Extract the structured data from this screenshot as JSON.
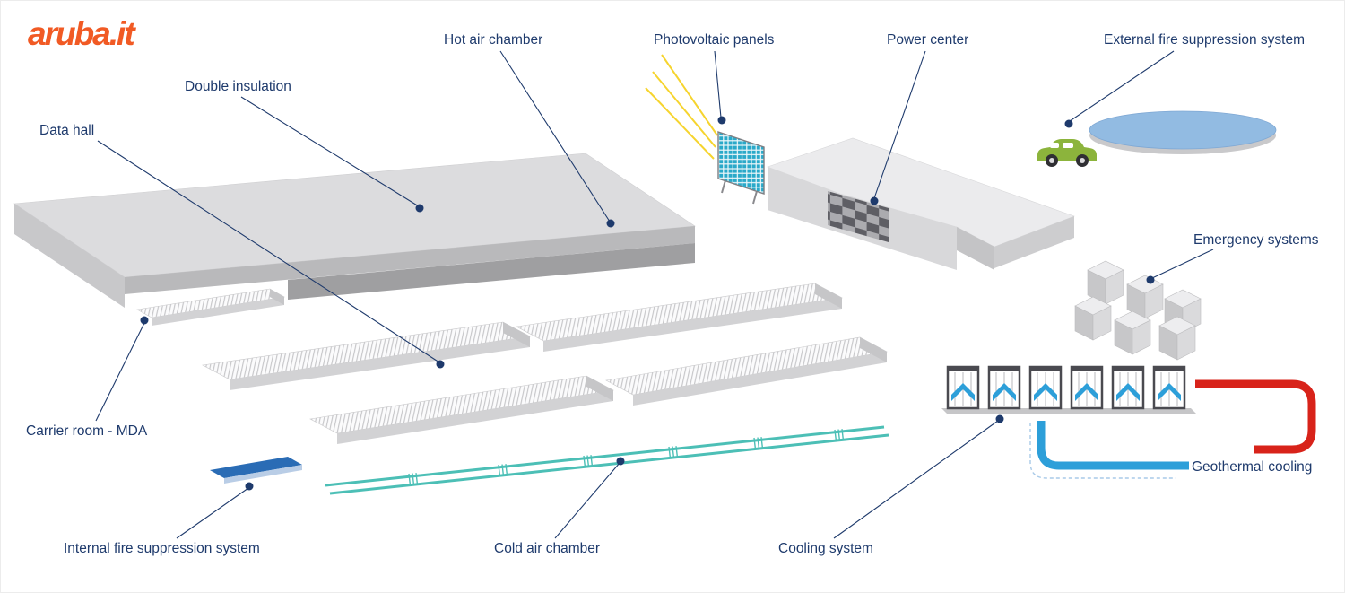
{
  "logo": {
    "text": "aruba.it"
  },
  "labels": {
    "hot_air_chamber": "Hot air chamber",
    "photovoltaic_panels": "Photovoltaic panels",
    "power_center": "Power center",
    "external_fire_suppression": "External fire suppression system",
    "double_insulation": "Double insulation",
    "data_hall": "Data hall",
    "emergency_systems": "Emergency systems",
    "carrier_room_mda": "Carrier room - MDA",
    "internal_fire_suppression": "Internal fire suppression system",
    "cold_air_chamber": "Cold air chamber",
    "cooling_system": "Cooling system",
    "geothermal_cooling": "Geothermal cooling"
  },
  "colors": {
    "ink": "#1e3a6c",
    "logo": "#f15a24",
    "teal": "#4cbfb6",
    "pipe-red": "#d8231a",
    "pipe-blue": "#2d9fd9",
    "pool": "#92bbe2",
    "car": "#8cb43c",
    "pv": "#2aa9c9",
    "fire-blue": "#2a6cb5"
  }
}
